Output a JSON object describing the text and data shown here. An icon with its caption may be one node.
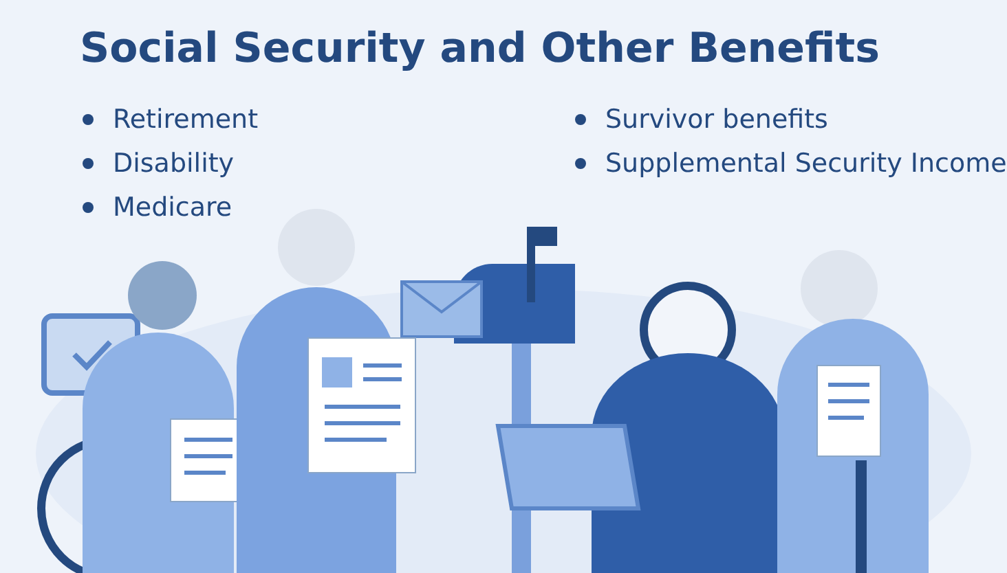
{
  "diagram": {
    "title": "Social Security and Other Benefits",
    "labels": [
      "Retirement",
      "Disability",
      "Medicare",
      "Survivor benefits",
      "Supplemental Security Income"
    ]
  }
}
